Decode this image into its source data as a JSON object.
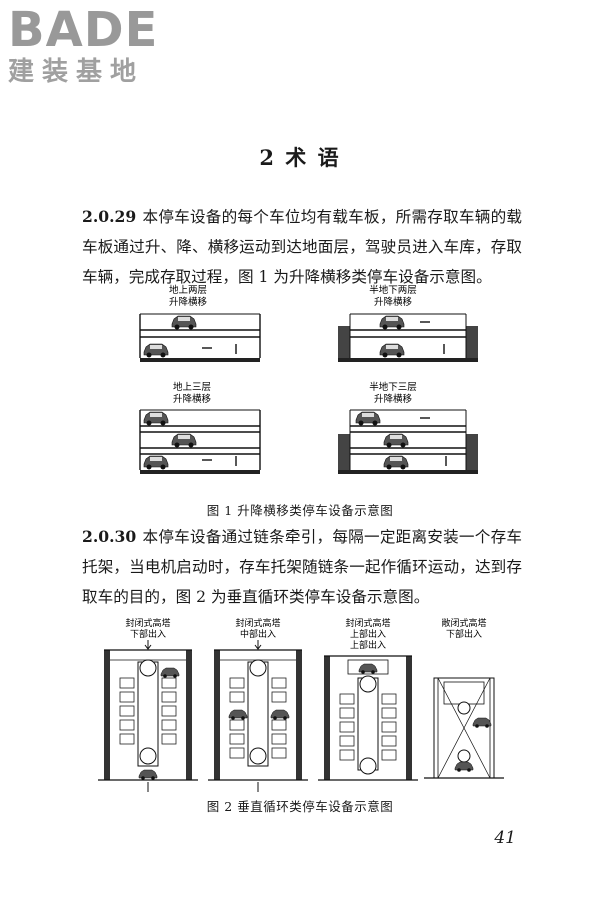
{
  "logo": {
    "main": "BADE",
    "sub": "建装基地"
  },
  "chapter_title": "2  术    语",
  "p1": {
    "number": "2.0.29",
    "text": "本停车设备的每个车位均有载车板，所需存取车辆的载车板通过升、降、横移运动到达地面层，驾驶员进入车库，存取车辆，完成存取过程，图 1 为升降横移类停车设备示意图。"
  },
  "fig1": {
    "labels": [
      [
        "地上两层",
        "升降横移"
      ],
      [
        "半地下两层",
        "升降横移"
      ],
      [
        "地上三层",
        "升降横移"
      ],
      [
        "半地下三层",
        "升降横移"
      ]
    ],
    "caption": "图 1   升降横移类停车设备示意图"
  },
  "p2": {
    "number": "2.0.30",
    "text": "本停车设备通过链条牵引，每隔一定距离安装一个存车托架，当电机启动时，存车托架随链条一起作循环运动，达到存取车的目的，图 2 为垂直循环类停车设备示意图。"
  },
  "fig2": {
    "labels": [
      [
        "封闭式高塔",
        "下部出入"
      ],
      [
        "封闭式高塔",
        "中部出入"
      ],
      [
        "封闭式高塔",
        "上部出入"
      ],
      [
        "敞闭式高塔",
        "下部出入"
      ]
    ],
    "caption": "图 2   垂直循环类停车设备示意图"
  },
  "page_number": "41"
}
